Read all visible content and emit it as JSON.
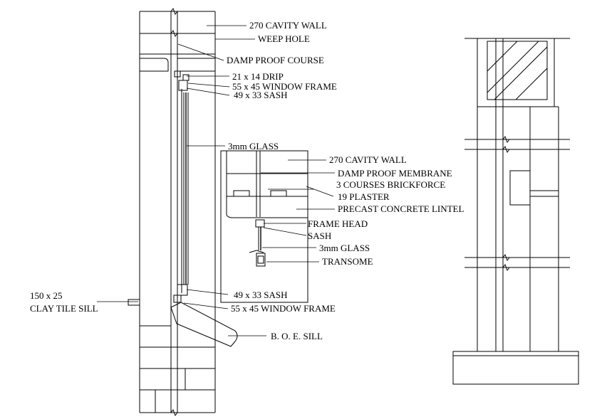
{
  "labels": {
    "cavity_wall_top": "270 CAVITY WALL",
    "weep_hole": "WEEP HOLE",
    "dpc": "DAMP PROOF COURSE",
    "drip": "21 x 14 DRIP",
    "window_frame_top": "55 x 45 WINDOW FRAME",
    "sash_top": "49 x 33 SASH",
    "glass_main": "3mm GLASS",
    "cavity_wall_detail": "270 CAVITY WALL",
    "dpm": "DAMP PROOF MEMBRANE",
    "brickforce": "3 COURSES BRICKFORCE",
    "plaster": "19 PLASTER",
    "lintel": "PRECAST CONCRETE LINTEL",
    "frame_head": "FRAME HEAD",
    "sash_detail": "SASH",
    "glass_detail": "3mm GLASS",
    "transome": "TRANSOME",
    "sash_bottom": "49 x 33 SASH",
    "window_frame_bottom": "55 x 45 WINDOW FRAME",
    "sill_size": "150 x 25",
    "sill_type": "CLAY TILE SILL",
    "boe_sill": "B. O. E. SILL"
  }
}
